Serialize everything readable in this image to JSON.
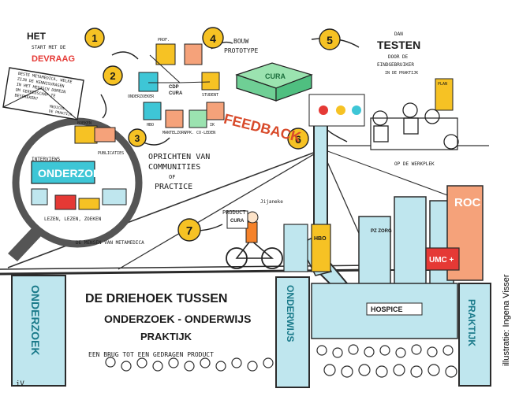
{
  "steps": [
    {
      "n": "1",
      "color": "#f6c224"
    },
    {
      "n": "2",
      "color": "#f6c224"
    },
    {
      "n": "3",
      "color": "#f6c224"
    },
    {
      "n": "4",
      "color": "#f6c224"
    },
    {
      "n": "5",
      "color": "#f6c224"
    },
    {
      "n": "6",
      "color": "#f6c224"
    },
    {
      "n": "7",
      "color": "#f6c224"
    }
  ],
  "step1": {
    "het": "HET",
    "start": "START MET DE",
    "devraag": "DEVRAAG"
  },
  "note": {
    "lines": [
      "BESTE METAMEDICA, WELKE",
      "ZIJN DE KENNISVRAGEN",
      "IN HET MEDISCH DOMEIN",
      "OM GEREEDSCHAP TE",
      "BESPREKEN?"
    ],
    "sign": "MEDICUS",
    "sign2": "DE PRAKTIJK"
  },
  "onderzoek": {
    "title": "ONDERZOEK",
    "interviews": "INTERVIEWS",
    "published": "BOEKEN",
    "publication": "PUBLICATIES",
    "lezen": "LEZEN, LEZEN, ZOEKEN",
    "menen": "DE MENSEN VAN METAMEDICA"
  },
  "community": {
    "prof": "PROF.",
    "cdp": "CDP",
    "cura": "CURA",
    "onderzoeker": "ONDERZOEKER",
    "hbo": "HBO",
    "mantelzorg": "MANTELZORG",
    "vpk": "VPK. CO-LEDEN",
    "ik": "IK",
    "student": "STUDENT",
    "caption1": "OPRICHTEN VAN",
    "caption2": "COMMUNITIES",
    "caption3": "OF",
    "caption4": "PRACTICE"
  },
  "prototype": {
    "label1": "BOUW",
    "label2": "PROTOTYPE",
    "box": "CURA"
  },
  "testen": {
    "dan": "DAN",
    "title": "TESTEN",
    "door": "DOOR DE",
    "eind": "EINDGEBRUIKER",
    "prak": "IN DE PRAKTIJK",
    "werkplek": "OP DE WERKPLEK",
    "plan": "PLAN"
  },
  "feedback": "FEEDBACK",
  "product": {
    "label": "PRODUCT",
    "jij": "Jijaneke",
    "box": "CURA"
  },
  "buildings": {
    "zorg": "PZ ZORG",
    "roc": "ROC",
    "umc": "UMC +",
    "hospice": "HOSPICE",
    "hbo": "HBO"
  },
  "pillars": {
    "left": "ONDERZOEK",
    "mid": "ONDERWIJS",
    "right": "PRAKTIJK"
  },
  "main": {
    "line1": "DE DRIEHOEK TUSSEN",
    "line2": "ONDERZOEK - ONDERWIJS",
    "line3": "PRAKTIJK",
    "line4": "EEN BRUG TOT EEN GEDRAGEN PRODUCT"
  },
  "credit": "illustratie: Ingena Visser",
  "signature": "iV"
}
